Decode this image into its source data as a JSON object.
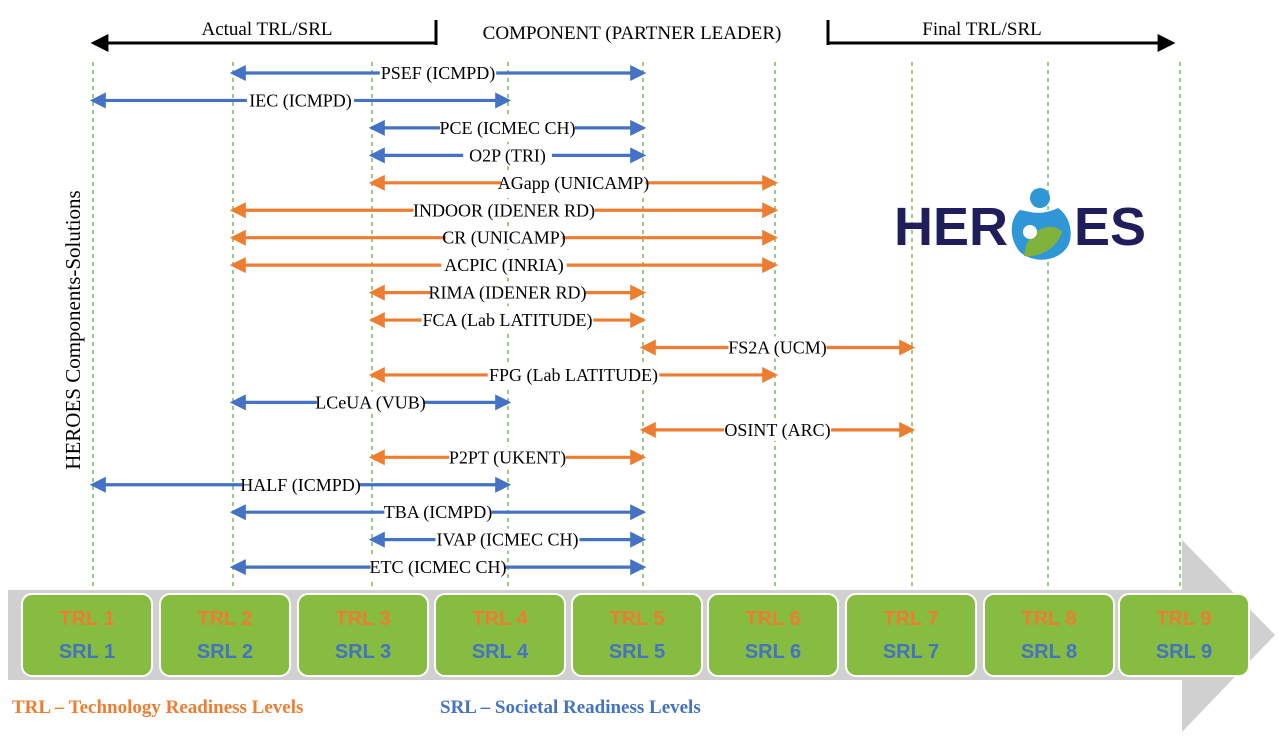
{
  "header": {
    "actual_label": "Actual TRL/SRL",
    "component_label": "COMPONENT (PARTNER LEADER)",
    "final_label": "Final TRL/SRL"
  },
  "side_title": "HEROES Components-Solutions",
  "logo": {
    "text_left": "HER",
    "text_right": "ES",
    "name": "heroes-logo",
    "colors": {
      "text": "#1f1d5c",
      "blue": "#2f97d6",
      "green": "#7fb33b"
    }
  },
  "levels": [
    {
      "trl": "TRL 1",
      "srl": "SRL 1"
    },
    {
      "trl": "TRL 2",
      "srl": "SRL 2"
    },
    {
      "trl": "TRL 3",
      "srl": "SRL 3"
    },
    {
      "trl": "TRL 4",
      "srl": "SRL 4"
    },
    {
      "trl": "TRL 5",
      "srl": "SRL 5"
    },
    {
      "trl": "TRL 6",
      "srl": "SRL 6"
    },
    {
      "trl": "TRL 7",
      "srl": "SRL 7"
    },
    {
      "trl": "TRL 8",
      "srl": "SRL 8"
    },
    {
      "trl": "TRL 9",
      "srl": "SRL 9"
    }
  ],
  "components": [
    {
      "label": "PSEF (ICMPD)",
      "from": 2,
      "to": 5,
      "kind": "srl"
    },
    {
      "label": "IEC (ICMPD)",
      "from": 1,
      "to": 4,
      "kind": "srl"
    },
    {
      "label": "PCE (ICMEC CH)",
      "from": 3,
      "to": 5,
      "kind": "srl"
    },
    {
      "label": "O2P (TRI)",
      "from": 3,
      "to": 5,
      "kind": "srl"
    },
    {
      "label": "AGapp (UNICAMP)",
      "from": 3,
      "to": 6,
      "kind": "trl"
    },
    {
      "label": "INDOOR (IDENER  RD)",
      "from": 2,
      "to": 6,
      "kind": "trl"
    },
    {
      "label": "CR (UNICAMP)",
      "from": 2,
      "to": 6,
      "kind": "trl"
    },
    {
      "label": "ACPIC (INRIA)",
      "from": 2,
      "to": 6,
      "kind": "trl"
    },
    {
      "label": "RIMA (IDENER RD)",
      "from": 3,
      "to": 5,
      "kind": "trl"
    },
    {
      "label": "FCA (Lab LATITUDE)",
      "from": 3,
      "to": 5,
      "kind": "trl"
    },
    {
      "label": "FS2A (UCM)",
      "from": 5,
      "to": 7,
      "kind": "trl"
    },
    {
      "label": "FPG (Lab LATITUDE)",
      "from": 3,
      "to": 6,
      "kind": "trl"
    },
    {
      "label": "LCeUA (VUB)",
      "from": 2,
      "to": 4,
      "kind": "srl"
    },
    {
      "label": "OSINT (ARC)",
      "from": 5,
      "to": 7,
      "kind": "trl"
    },
    {
      "label": "P2PT (UKENT)",
      "from": 3,
      "to": 5,
      "kind": "trl"
    },
    {
      "label": "HALF (ICMPD)",
      "from": 1,
      "to": 4,
      "kind": "srl"
    },
    {
      "label": "TBA (ICMPD)",
      "from": 2,
      "to": 5,
      "kind": "srl"
    },
    {
      "label": "IVAP (ICMEC CH)",
      "from": 3,
      "to": 5,
      "kind": "srl"
    },
    {
      "label": "ETC (ICMEC CH)",
      "from": 2,
      "to": 5,
      "kind": "srl"
    }
  ],
  "legend": {
    "trl": "TRL – Technology Readiness Levels",
    "srl": "SRL – Societal Readiness Levels"
  },
  "colors": {
    "trl": "#ed7d31",
    "srl": "#4472c4",
    "box_fill": "#86bc3f",
    "box_stroke": "#ffffff",
    "gridline": "#7fb852",
    "big_arrow": "#d0d0d0",
    "header_arrow": "#000000"
  }
}
